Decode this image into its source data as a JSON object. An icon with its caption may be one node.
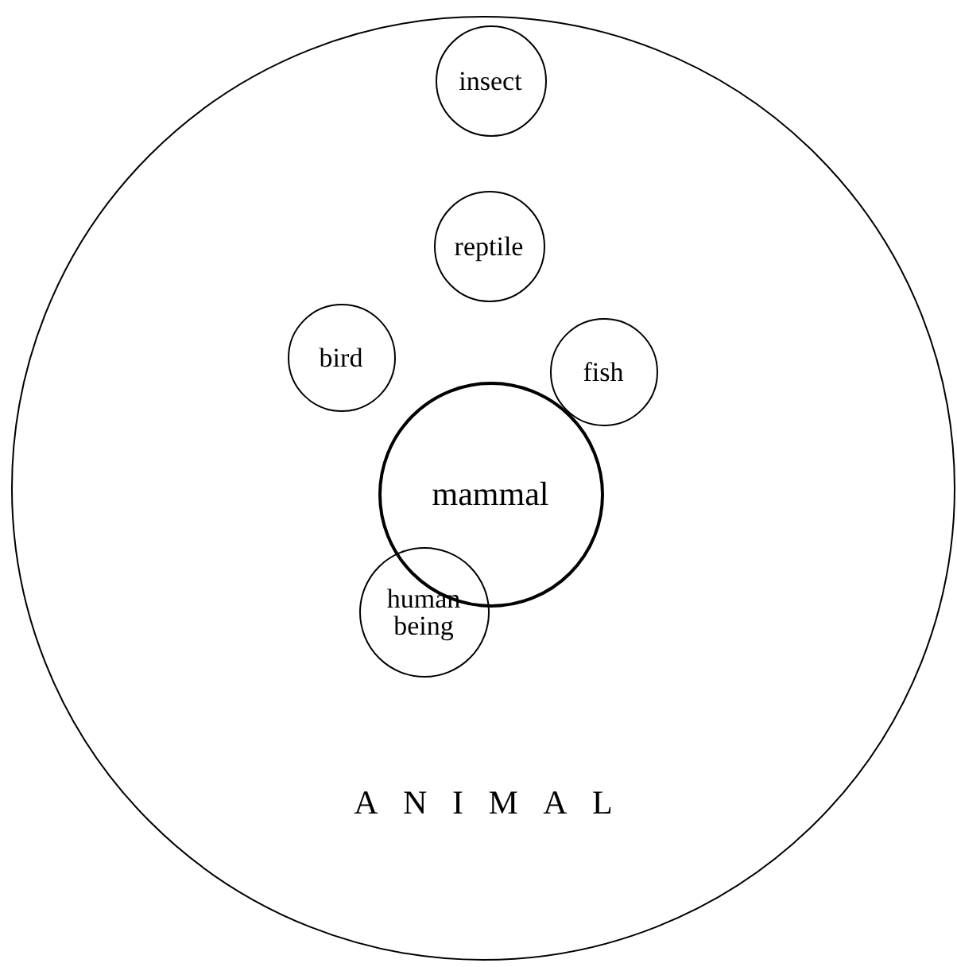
{
  "diagram": {
    "nodes": [
      {
        "text": [
          "ANIMAL"
        ]
      },
      {
        "text": [
          "insect"
        ],
        "in": 0
      },
      {
        "text": [
          "reptile"
        ],
        "in": 0
      },
      {
        "text": [
          "bird"
        ],
        "in": 0
      },
      {
        "text": [
          "fish"
        ],
        "in": 0
      },
      {
        "text": [
          "mammal"
        ],
        "in": 0
      },
      {
        "text": [
          "human being"
        ],
        "in": 0
      }
    ]
  }
}
